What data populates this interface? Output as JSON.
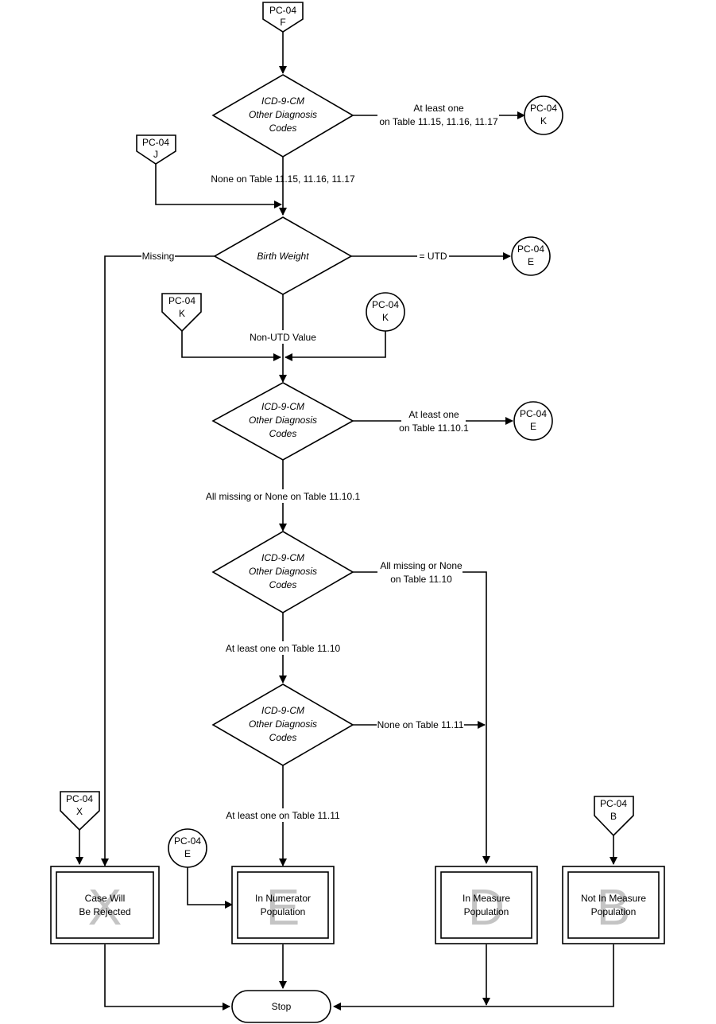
{
  "connectors": {
    "top_f": [
      "PC-04",
      "F"
    ],
    "j": [
      "PC-04",
      "J"
    ],
    "k_out": [
      "PC-04",
      "K"
    ],
    "e_bw": [
      "PC-04",
      "E"
    ],
    "k_in_left": [
      "PC-04",
      "K"
    ],
    "k_in_right": [
      "PC-04",
      "K"
    ],
    "e_out2": [
      "PC-04",
      "E"
    ],
    "x": [
      "PC-04",
      "X"
    ],
    "e_num": [
      "PC-04",
      "E"
    ],
    "b": [
      "PC-04",
      "B"
    ]
  },
  "decisions": {
    "d1": [
      "ICD-9-CM",
      "Other Diagnosis",
      "Codes"
    ],
    "d2": [
      "Birth Weight"
    ],
    "d3": [
      "ICD-9-CM",
      "Other Diagnosis",
      "Codes"
    ],
    "d4": [
      "ICD-9-CM",
      "Other Diagnosis",
      "Codes"
    ],
    "d5": [
      "ICD-9-CM",
      "Other Diagnosis",
      "Codes"
    ]
  },
  "edges": {
    "d1_right": [
      "At least one",
      "on Table 11.15, 11.16, 11.17"
    ],
    "d1_down": "None on Table 11.15, 11.16, 11.17",
    "d2_left": "Missing",
    "d2_right": "= UTD",
    "d2_down": "Non-UTD Value",
    "d3_right": [
      "At least one",
      "on Table 11.10.1"
    ],
    "d3_down": "All missing or None  on Table 11.10.1",
    "d4_right": [
      "All missing or None",
      "on Table 11.10"
    ],
    "d4_down": "At least one on Table 11.10",
    "d5_right": "None on Table 11.11",
    "d5_down": "At least one on Table 11.11"
  },
  "outcomes": {
    "x": {
      "letter": "X",
      "lines": [
        "Case Will",
        "Be Rejected"
      ]
    },
    "e": {
      "letter": "E",
      "lines": [
        "In Numerator",
        "Population"
      ]
    },
    "d": {
      "letter": "D",
      "lines": [
        "In Measure",
        "Population"
      ]
    },
    "b": {
      "letter": "B",
      "lines": [
        "Not In Measure",
        "Population"
      ]
    }
  },
  "terminal": "Stop"
}
